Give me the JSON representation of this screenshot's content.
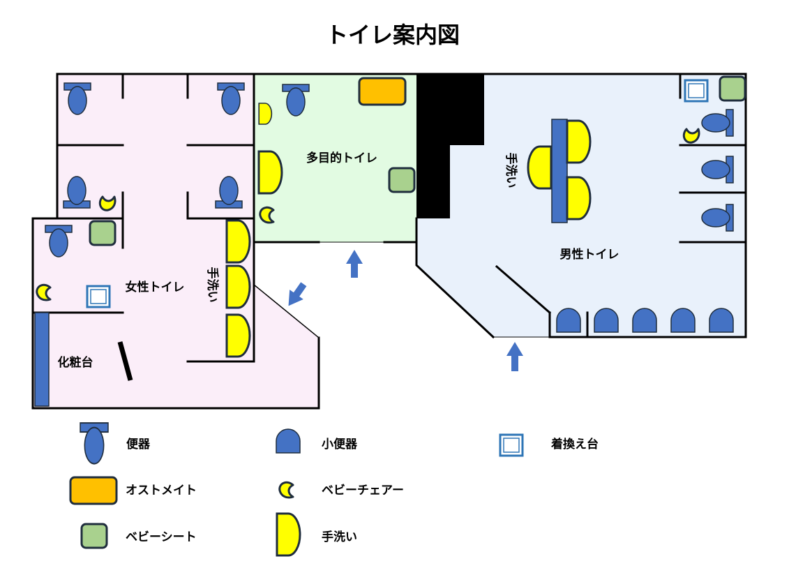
{
  "title": "トイレ案内図",
  "rooms": {
    "womens": "女性トイレ",
    "mens": "男性トイレ",
    "multipurpose": "多目的トイレ",
    "vanity": "化粧台"
  },
  "sink_labels": {
    "womens": "手洗い",
    "mens": "手洗い"
  },
  "legend": [
    {
      "icon": "toilet-icon",
      "label": "便器"
    },
    {
      "icon": "urinal-icon",
      "label": "小便器"
    },
    {
      "icon": "changing-table-icon",
      "label": "着換え台"
    },
    {
      "icon": "ostomate-icon",
      "label": "オストメイト"
    },
    {
      "icon": "baby-chair-icon",
      "label": "ベビーチェアー"
    },
    {
      "icon": "baby-sheet-icon",
      "label": "ベビーシート"
    },
    {
      "icon": "sink-icon",
      "label": "手洗い"
    }
  ],
  "colors": {
    "womens_fill": "#fbeef9",
    "multipurpose_fill": "#e2fbe2",
    "mens_fill": "#e9f1fb",
    "toilet": "#4472c4",
    "sink": "#ffff00",
    "ostomate": "#ffc000",
    "baby_sheet": "#a9d18e",
    "changing_table_border": "#2e75b6",
    "arrow": "#4472c4",
    "outline": "#1f2d3d"
  }
}
